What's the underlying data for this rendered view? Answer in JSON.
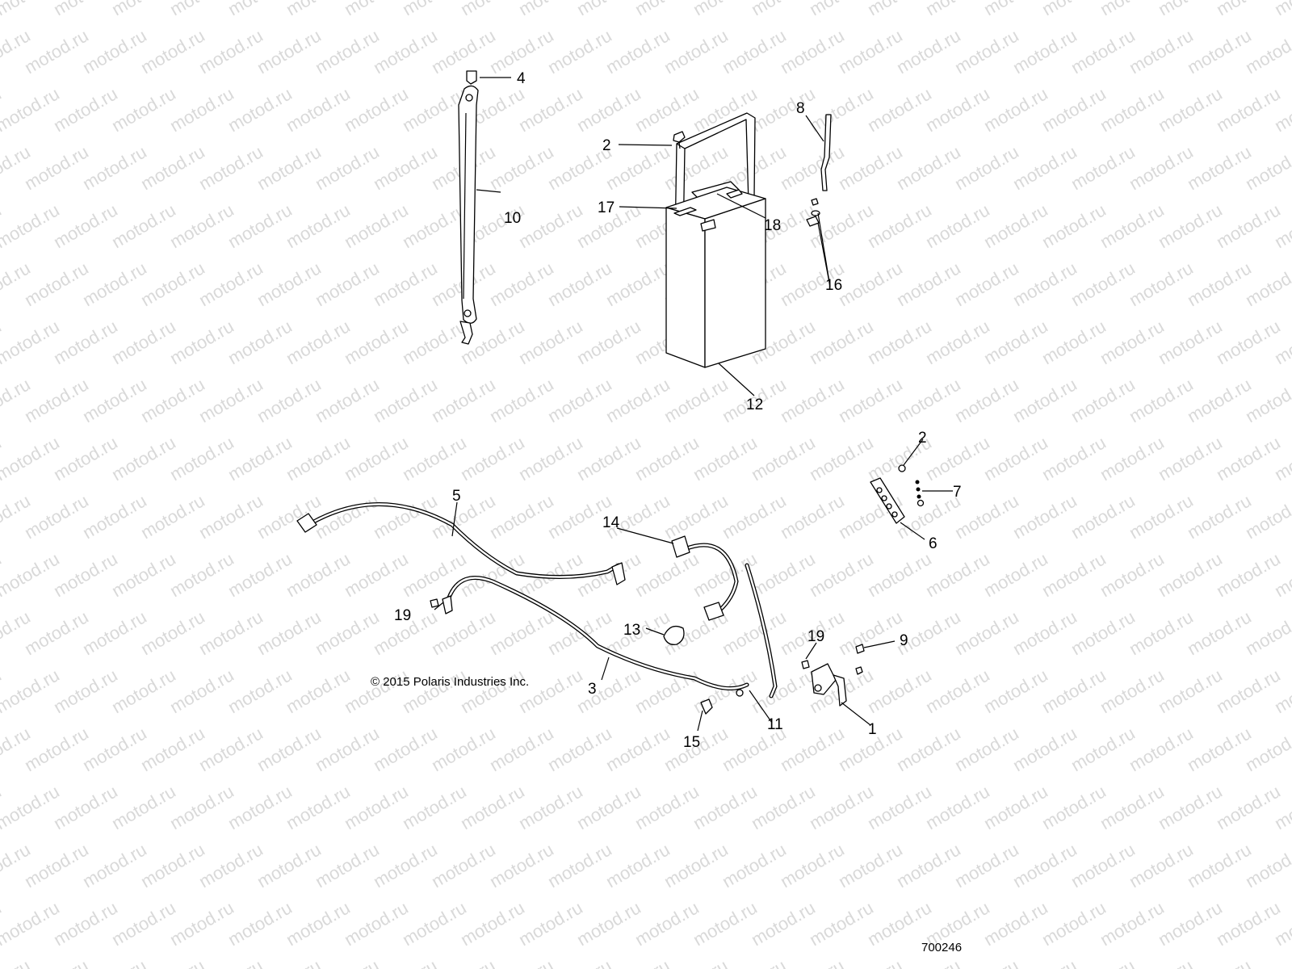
{
  "watermark": "motod.ru",
  "copyright": "© 2015 Polaris Industries Inc.",
  "diagram_id": "700246",
  "callouts": {
    "c1": "1",
    "c2a": "2",
    "c2b": "2",
    "c3": "3",
    "c4": "4",
    "c5": "5",
    "c6": "6",
    "c7": "7",
    "c8": "8",
    "c9": "9",
    "c10": "10",
    "c11": "11",
    "c12": "12",
    "c13": "13",
    "c14": "14",
    "c15": "15",
    "c16": "16",
    "c17": "17",
    "c18": "18",
    "c19a": "19",
    "c19b": "19"
  }
}
